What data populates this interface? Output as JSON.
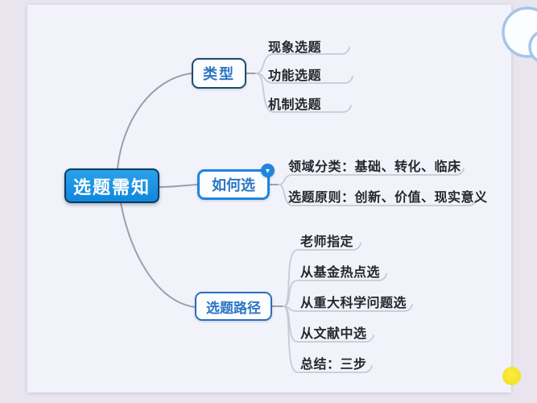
{
  "app": {
    "view": "mind-map"
  },
  "mindmap": {
    "root": {
      "label": "选题需知"
    },
    "branches": [
      {
        "label": "类型",
        "children": [
          {
            "label": "现象选题"
          },
          {
            "label": "功能选题"
          },
          {
            "label": "机制选题"
          }
        ]
      },
      {
        "label": "如何选",
        "badge": {
          "icon": "collapse-triangle-down",
          "glyph": "▼"
        },
        "children": [
          {
            "label": "领域分类：基础、转化、临床"
          },
          {
            "label": "选题原则：创新、价值、现实意义"
          }
        ]
      },
      {
        "label": "选题路径",
        "children": [
          {
            "label": "老师指定"
          },
          {
            "label": "从基金热点选"
          },
          {
            "label": "从重大科学问题选"
          },
          {
            "label": "从文献中选"
          },
          {
            "label": "总结：三步"
          }
        ]
      }
    ]
  },
  "decorations": {
    "cloud_icon": "cloud-outline",
    "yellow_dot": "sticker-dot"
  },
  "colors": {
    "outer_background": "#e8e5ee",
    "canvas_background": "#f2f3fa",
    "root_fill": "#1794e4",
    "root_border": "#0d3a5f",
    "branch_border_dark": "#1c4b6e",
    "branch_border_blue": "#1d86e0",
    "branch_text": "#2e76c5",
    "leaf_text": "#26262e",
    "branch_line": "#9aa0a8",
    "leaf_line": "#c6cad4",
    "cloud_stroke": "#a5c4ea",
    "dot_yellow": "#f4e222"
  }
}
